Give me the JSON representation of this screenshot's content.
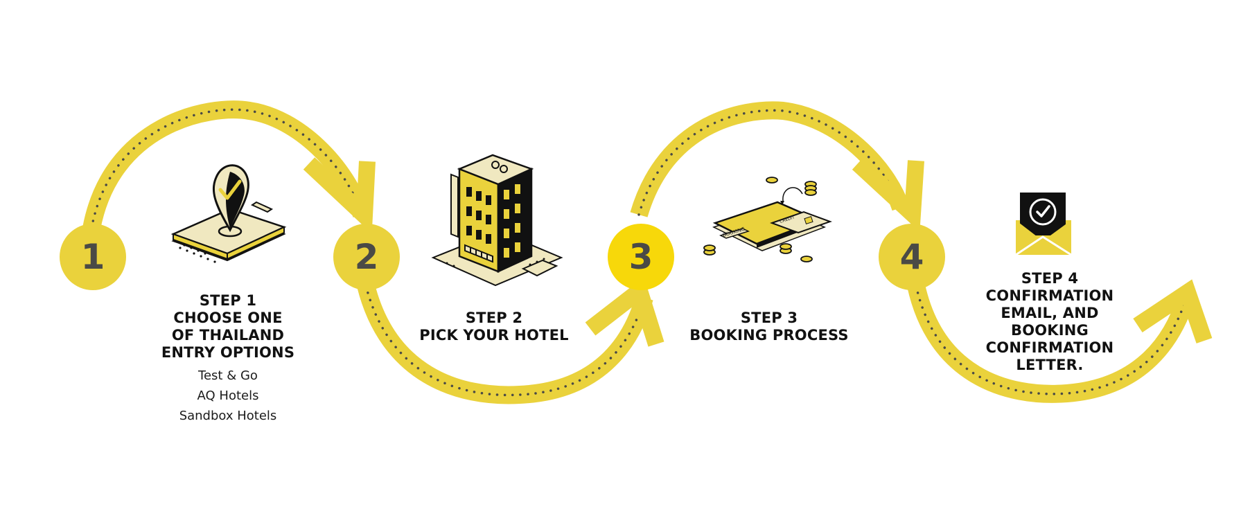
{
  "colors": {
    "accent": "#ead23c",
    "accent_active": "#f7d80a",
    "dots": "#4a4a46",
    "text": "#111111"
  },
  "steps": [
    {
      "number": "1",
      "title": "STEP 1\nCHOOSE ONE\nOF THAILAND\nENTRY OPTIONS",
      "options": [
        "Test & Go",
        "AQ Hotels",
        "Sandbox Hotels"
      ],
      "icon": "map-pin-check-icon"
    },
    {
      "number": "2",
      "title": "STEP 2\nPICK YOUR HOTEL",
      "icon": "hotel-building-icon"
    },
    {
      "number": "3",
      "title": "STEP 3\nBOOKING PROCESS",
      "icon": "phone-booking-card-icon",
      "illustration_labels": [
        "BOOKING",
        "CREDIT"
      ]
    },
    {
      "number": "4",
      "title": "STEP 4\nCONFIRMATION\nEMAIL, AND\nBOOKING\nCONFIRMATION\nLETTER.",
      "icon": "envelope-check-icon"
    }
  ]
}
